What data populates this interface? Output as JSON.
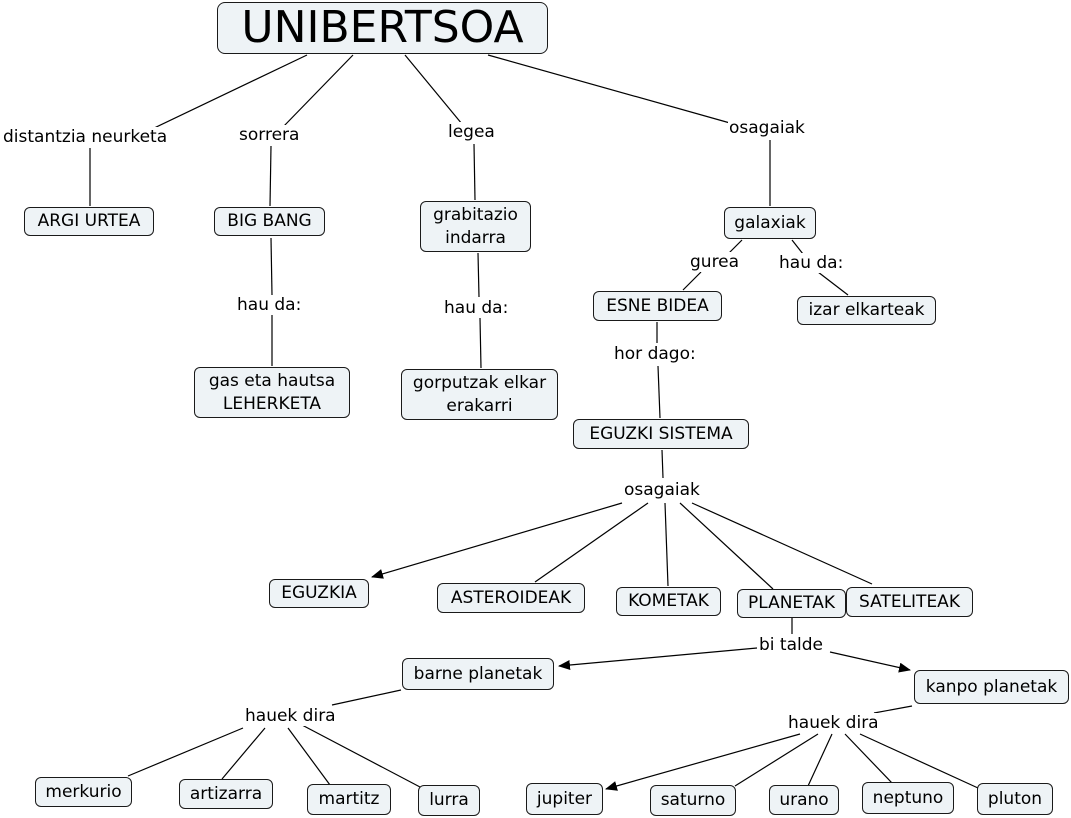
{
  "nodes": {
    "unibertsoa": "UNIBERTSOA",
    "argi_urtea": "ARGI URTEA",
    "big_bang": "BIG BANG",
    "grabitazio": "grabitazio\nindarra",
    "galaxiak": "galaxiak",
    "gas_hautsa": "gas eta hautsa\nLEHERKETA",
    "gorputzak": "gorputzak elkar\nerakarri",
    "esne_bidea": "ESNE BIDEA",
    "izar_elkarteak": "izar elkarteak",
    "eguzki_sistema": "EGUZKI SISTEMA",
    "eguzkia": "EGUZKIA",
    "asteroideak": "ASTEROIDEAK",
    "kometak": "KOMETAK",
    "planetak": "PLANETAK",
    "sateliteak": "SATELITEAK",
    "barne_planetak": "barne planetak",
    "kanpo_planetak": "kanpo planetak",
    "merkurio": "merkurio",
    "artizarra": "artizarra",
    "martitz": "martitz",
    "lurra": "lurra",
    "jupiter": "jupiter",
    "saturno": "saturno",
    "urano": "urano",
    "neptuno": "neptuno",
    "pluton": "pluton"
  },
  "labels": {
    "distantzia": "distantzia neurketa",
    "sorrera": "sorrera",
    "legea": "legea",
    "osagaiak_top": "osagaiak",
    "hau_da_bigbang": "hau da:",
    "hau_da_grabitazio": "hau da:",
    "gurea": "gurea",
    "hau_da_galaxiak": "hau da:",
    "hor_dago": "hor dago:",
    "osagaiak_eguzki": "osagaiak",
    "bi_talde": "bi talde",
    "hauek_dira_barne": "hauek dira",
    "hauek_dira_kanpo": "hauek dira"
  }
}
